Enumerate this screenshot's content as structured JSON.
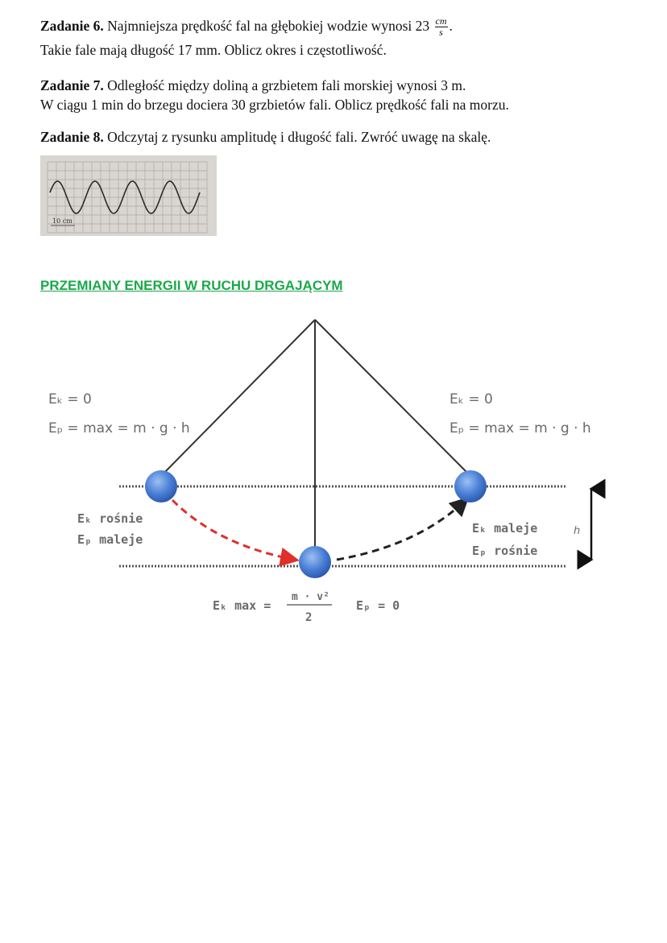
{
  "tasks": [
    {
      "label": "Zadanie 6.",
      "line1": "Najmniejsza prędkość fal na głębokiej wodzie wynosi 23",
      "unit_num": "cm",
      "unit_den": "s",
      "line1_end": ".",
      "line2": "Takie fale mają długość 17 mm. Oblicz okres i częstotliwość."
    },
    {
      "label": "Zadanie 7.",
      "line1": "Odległość między doliną a grzbietem fali morskiej wynosi 3 m.",
      "line2": "W ciągu 1 min do brzegu dociera 30 grzbietów fali. Oblicz prędkość fali na morzu."
    },
    {
      "label": "Zadanie 8.",
      "line1": "Odczytaj z rysunku amplitudę i długość fali. Zwróć uwagę na skalę."
    }
  ],
  "wave_figure": {
    "scale_label": "10 cm",
    "colors": {
      "background": "#d9d5d0",
      "grid": "#a8a8a8",
      "wave": "#2b2b2b"
    }
  },
  "section_title": "PRZEMIANY ENERGII W RUCHU DRGAJĄCYM",
  "pendulum": {
    "left": {
      "ek": "Eₖ = 0",
      "ep": "Eₚ = max = m · g · h"
    },
    "right": {
      "ek": "Eₖ = 0",
      "ep": "Eₚ = max = m · g · h"
    },
    "left_arc": {
      "ek": "Eₖ rośnie",
      "ep": "Eₚ maleje"
    },
    "right_arc": {
      "ek": "Eₖ maleje",
      "ep": "Eₚ rośnie"
    },
    "height_label": "h",
    "bottom": {
      "ek": "Eₖ max =",
      "ek_num": "m · v²",
      "ek_den": "2",
      "ep": "Eₚ = 0"
    },
    "colors": {
      "ball": "#4a7fd6",
      "arc_left": "#e0302a",
      "arc_right": "#222222"
    }
  }
}
